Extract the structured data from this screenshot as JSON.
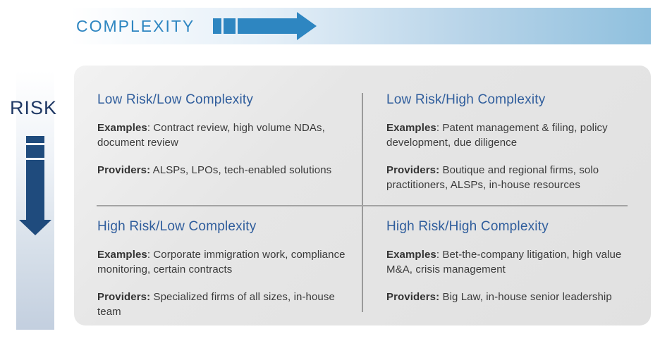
{
  "complexity_axis": {
    "label": "COMPLEXITY",
    "arrow_icon": "right-arrow-icon",
    "color": "#2e86c1",
    "bar_gradient_end": "#8fc0de"
  },
  "risk_axis": {
    "label": "RISK",
    "arrow_icon": "down-arrow-icon",
    "label_color": "#1f3864",
    "arrow_color": "#1f4b7d",
    "bar_gradient_end": "#c3cfdf"
  },
  "panel": {
    "background": "#e3e3e3",
    "divider_color": "#9a9a9a",
    "title_color": "#2f5d9c",
    "body_color": "#3a3a3a"
  },
  "quadrants": [
    {
      "title": "Low Risk/Low Complexity",
      "examples_label": "Examples",
      "examples": ": Contract review, high volume NDAs, document review",
      "providers_label": "Providers:",
      "providers": " ALSPs, LPOs, tech-enabled solutions"
    },
    {
      "title": "Low Risk/High Complexity",
      "examples_label": "Examples",
      "examples": ": Patent management & filing, policy development, due diligence",
      "providers_label": "Providers:",
      "providers": " Boutique and regional firms, solo practitioners, ALSPs, in-house resources"
    },
    {
      "title": "High Risk/Low Complexity",
      "examples_label": "Examples",
      "examples": ": Corporate immigration work, compliance monitoring, certain contracts",
      "providers_label": "Providers:",
      "providers": " Specialized firms of all sizes, in-house team"
    },
    {
      "title": "High Risk/High Complexity",
      "examples_label": "Examples",
      "examples": ": Bet-the-company litigation, high value M&A, crisis management",
      "providers_label": "Providers:",
      "providers": " Big Law, in-house senior leadership"
    }
  ]
}
